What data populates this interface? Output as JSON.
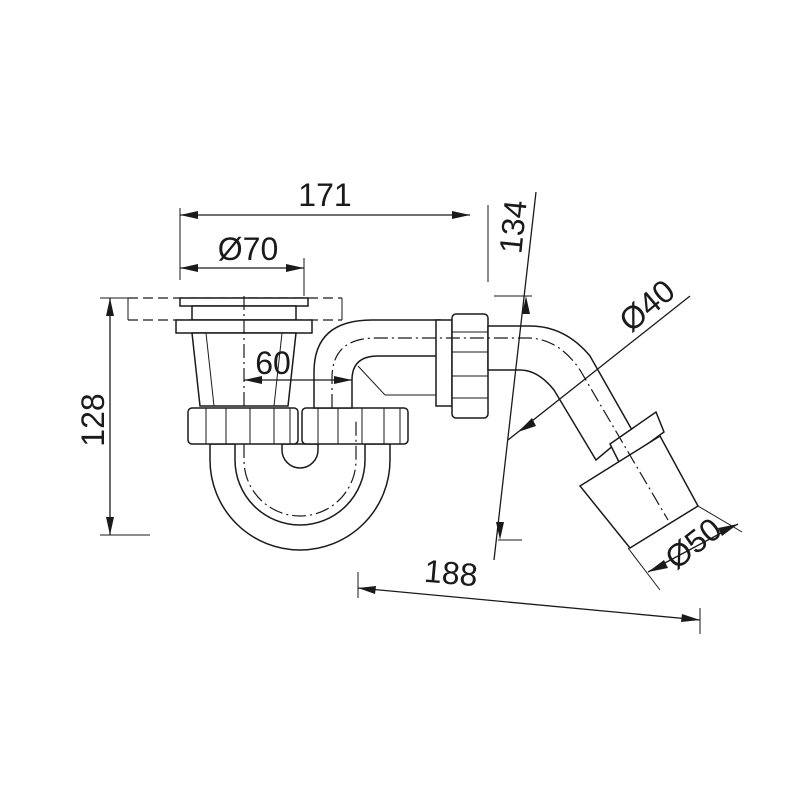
{
  "dimensions": {
    "width_total": "171",
    "drain_diameter": "Ø70",
    "offset": "60",
    "height_trap": "128",
    "height_total": "134",
    "outlet_diameter": "Ø40",
    "pipe_diameter": "Ø50",
    "length_total": "188"
  }
}
